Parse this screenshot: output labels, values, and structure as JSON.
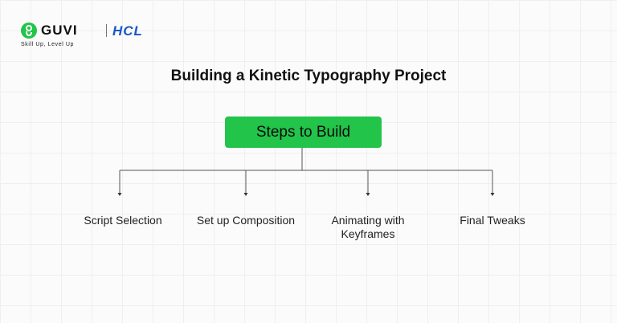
{
  "logo": {
    "guvi_mark": "guvi-logo-icon",
    "guvi_text": "GUVI",
    "hcl_text": "HCL",
    "tagline": "Skill Up, Level Up",
    "guvi_color": "#22c44a",
    "hcl_color": "#1957c7"
  },
  "diagram": {
    "title": "Building a Kinetic Typography Project",
    "root": "Steps to Build",
    "root_color": "#22c44a",
    "steps": [
      "Script Selection",
      "Set up Composition",
      "Animating with Keyframes",
      "Final Tweaks"
    ]
  }
}
